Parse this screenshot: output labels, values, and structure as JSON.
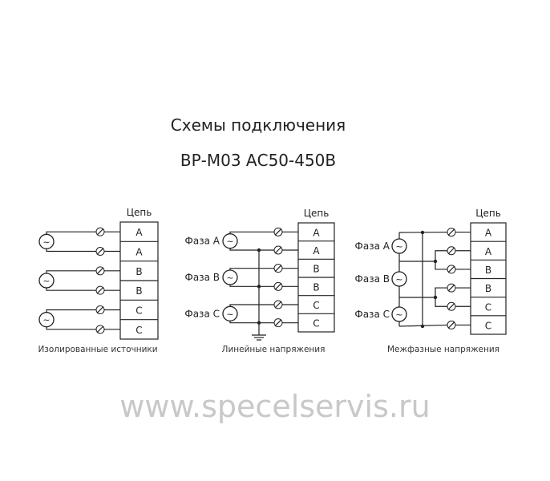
{
  "title": {
    "line1": "Схемы подключения",
    "line2": "ВР-М03 АС50-450В"
  },
  "watermark": "www.specelservis.ru",
  "source_symbol": "~",
  "diagrams": [
    {
      "header": "Цепь",
      "cells": [
        "A",
        "A",
        "B",
        "B",
        "C",
        "C"
      ],
      "caption": "Изолированные источники",
      "phases": []
    },
    {
      "header": "Цепь",
      "cells": [
        "A",
        "A",
        "B",
        "B",
        "C",
        "C"
      ],
      "caption": "Линейные напряжения",
      "phases": [
        "Фаза A",
        "Фаза B",
        "Фаза C"
      ]
    },
    {
      "header": "Цепь",
      "cells": [
        "A",
        "A",
        "B",
        "B",
        "C",
        "C"
      ],
      "caption": "Межфазные напряжения",
      "phases": [
        "Фаза A",
        "Фаза B",
        "Фаза C"
      ]
    }
  ]
}
